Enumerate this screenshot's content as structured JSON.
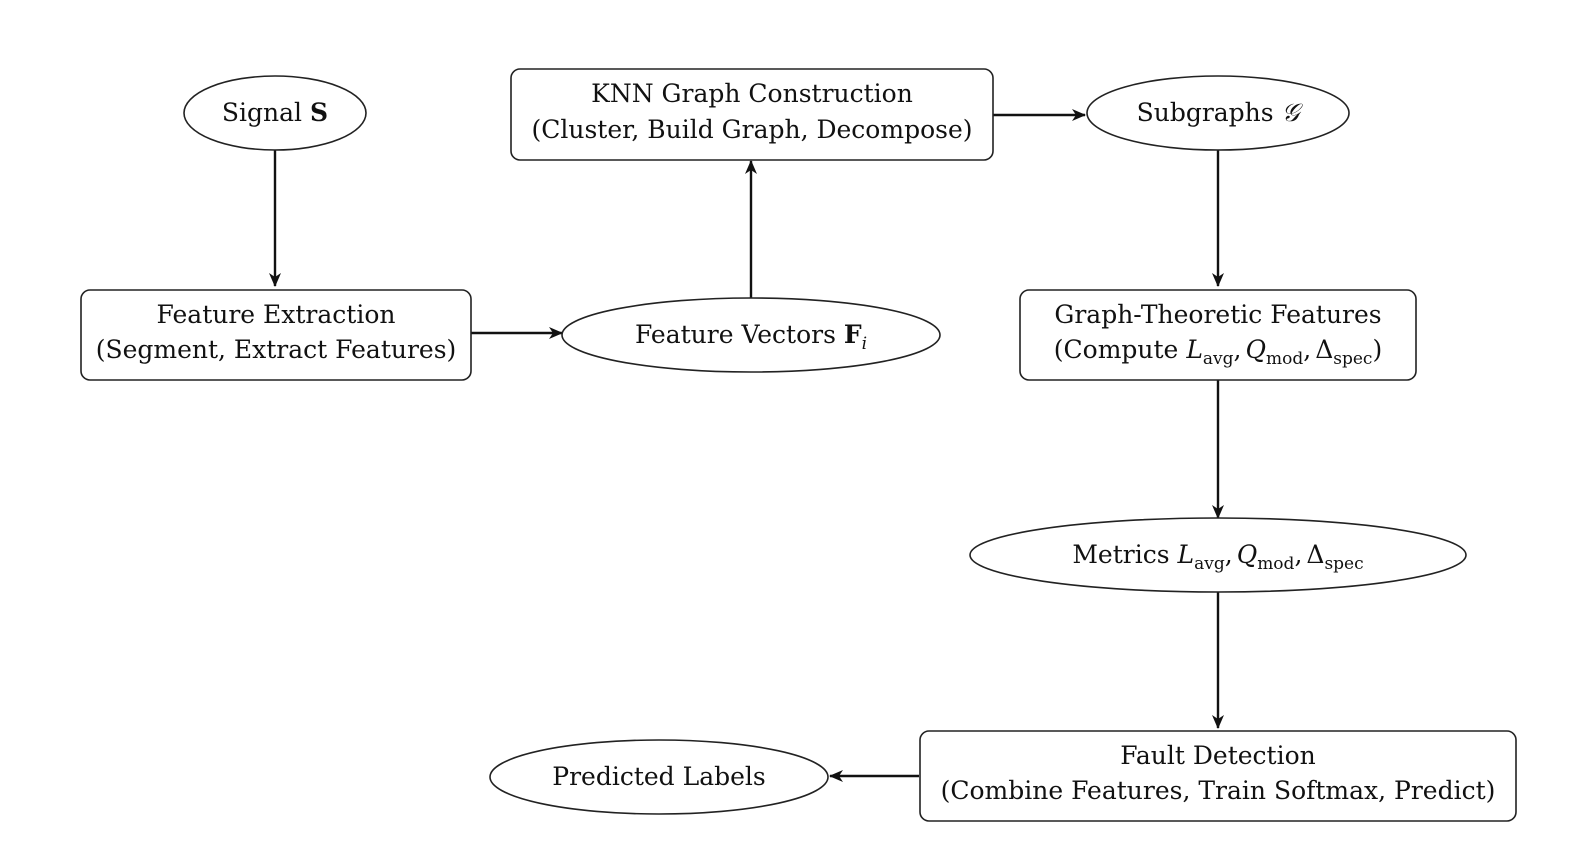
{
  "nodes": {
    "signal": {
      "label": "Signal",
      "symbol": "S"
    },
    "feature_extraction": {
      "title": "Feature Extraction",
      "subtitle": "(Segment, Extract Features)"
    },
    "feature_vectors": {
      "label": "Feature Vectors",
      "symbol": "F",
      "subscript": "i"
    },
    "knn_graph": {
      "title": "KNN Graph Construction",
      "subtitle": "(Cluster, Build Graph, Decompose)"
    },
    "subgraphs": {
      "label": "Subgraphs",
      "symbol": "𝒢"
    },
    "graph_features": {
      "title": "Graph-Theoretic Features",
      "subtitle_prefix": "(Compute ",
      "subtitle_suffix": ")"
    },
    "metrics": {
      "label": "Metrics"
    },
    "fault_detection": {
      "title": "Fault Detection",
      "subtitle": "(Combine Features, Train Softmax, Predict)"
    },
    "predicted_labels": {
      "label": "Predicted Labels"
    }
  },
  "math": {
    "L": "L",
    "L_sub": "avg",
    "Q": "Q",
    "Q_sub": "mod",
    "D": "Δ",
    "D_sub": "spec",
    "sep": ","
  },
  "edges": [
    {
      "from": "signal",
      "to": "feature_extraction"
    },
    {
      "from": "feature_extraction",
      "to": "feature_vectors"
    },
    {
      "from": "feature_vectors",
      "to": "knn_graph"
    },
    {
      "from": "knn_graph",
      "to": "subgraphs"
    },
    {
      "from": "subgraphs",
      "to": "graph_features"
    },
    {
      "from": "graph_features",
      "to": "metrics"
    },
    {
      "from": "metrics",
      "to": "fault_detection"
    },
    {
      "from": "fault_detection",
      "to": "predicted_labels"
    }
  ]
}
